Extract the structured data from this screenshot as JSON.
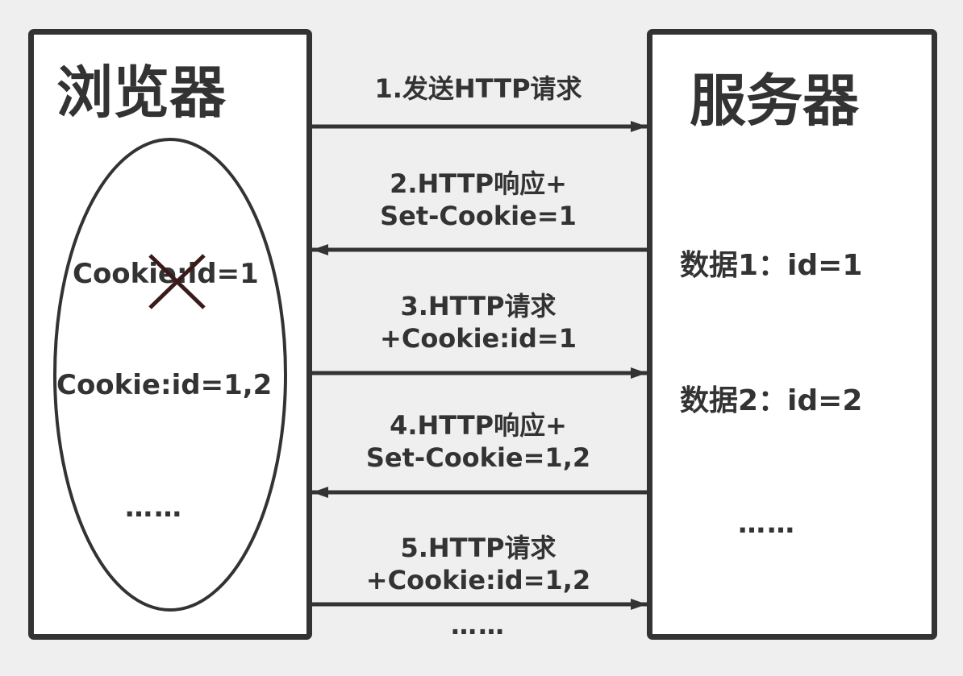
{
  "browser": {
    "title": "浏览器",
    "cookie_old": "Cookie:id=1",
    "cookie_new": "Cookie:id=1,2",
    "ellipsis": "……"
  },
  "server": {
    "title": "服务器",
    "data1": "数据1：id=1",
    "data2": "数据2：id=2",
    "ellipsis": "……"
  },
  "messages": [
    {
      "line1": "1.发送HTTP请求",
      "line2": "",
      "direction": "to-server"
    },
    {
      "line1": "2.HTTP响应+",
      "line2": "Set-Cookie=1",
      "direction": "to-browser"
    },
    {
      "line1": "3.HTTP请求",
      "line2": "+Cookie:id=1",
      "direction": "to-server"
    },
    {
      "line1": "4.HTTP响应+",
      "line2": "Set-Cookie=1,2",
      "direction": "to-browser"
    },
    {
      "line1": "5.HTTP请求",
      "line2": "+Cookie:id=1,2",
      "direction": "to-server"
    }
  ],
  "bottom_ellipsis": "……",
  "colors": {
    "stroke": "#333333",
    "cross": "#3a1a1a",
    "background": "#efefef"
  }
}
